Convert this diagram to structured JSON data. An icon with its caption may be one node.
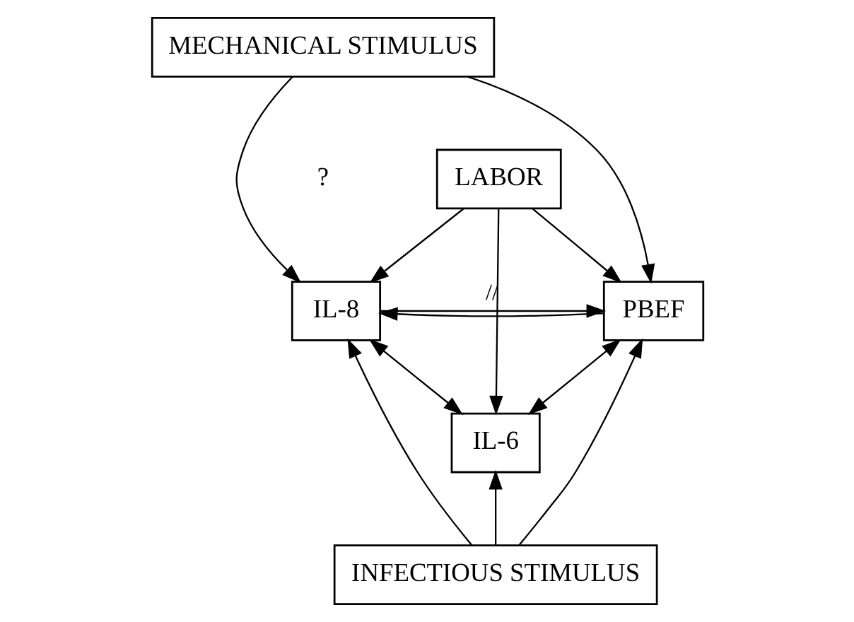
{
  "diagram": {
    "nodes": [
      {
        "text": [
          "MECHANICAL STIMULUS"
        ]
      },
      {
        "text": [
          "LABOR"
        ]
      },
      {
        "text": [
          "IL-8"
        ]
      },
      {
        "text": [
          "PBEF"
        ]
      },
      {
        "text": [
          "IL-6"
        ]
      },
      {
        "text": [
          "INFECTIOUS STIMULUS"
        ]
      }
    ],
    "edges": [
      {
        "from": 0,
        "to": 2,
        "arrow": "to"
      },
      {
        "from": 0,
        "to": 3,
        "arrow": "to"
      },
      {
        "from": 1,
        "to": 2,
        "arrow": "to"
      },
      {
        "from": 1,
        "to": 3,
        "arrow": "to"
      },
      {
        "from": 1,
        "to": 4,
        "arrow": "to"
      },
      {
        "from": 2,
        "to": 3,
        "arrow": "to",
        "label": "//"
      },
      {
        "from": 3,
        "to": 2,
        "arrow": "to"
      },
      {
        "from": 2,
        "to": 4,
        "arrow": "both"
      },
      {
        "from": 3,
        "to": 4,
        "arrow": "both"
      },
      {
        "from": 5,
        "to": 4,
        "arrow": "to"
      },
      {
        "from": 5,
        "to": 2,
        "arrow": "to"
      },
      {
        "from": 5,
        "to": 3,
        "arrow": "to"
      }
    ],
    "labels": [
      "?"
    ]
  }
}
